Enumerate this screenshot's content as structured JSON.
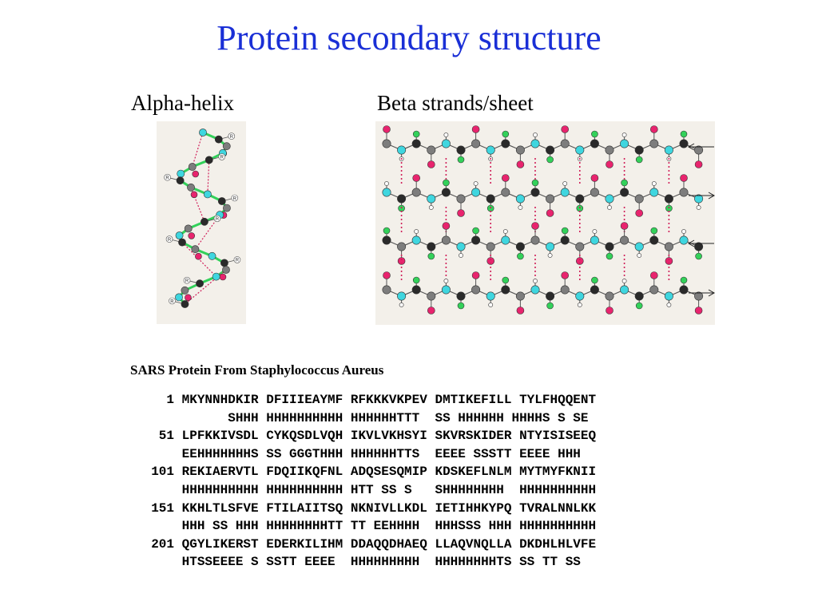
{
  "title": "Protein secondary structure",
  "labels": {
    "alpha": "Alpha-helix",
    "beta": "Beta strands/sheet"
  },
  "helix_atom_label": "R",
  "caption": "SARS Protein From Staphylococcus Aureus",
  "sequence_lines": [
    {
      "num": "1",
      "text": "MKYNNHDKIR DFIIIEAYMF RFKKKVKPEV DMTIKEFILL TYLFHQQENT"
    },
    {
      "num": "",
      "text": "      SHHH HHHHHHHHHH HHHHHHTTT  SS HHHHHH HHHHS S SE"
    },
    {
      "num": "51",
      "text": "LPFKKIVSDL CYKQSDLVQH IKVLVKHSYI SKVRSKIDER NTYISISEEQ"
    },
    {
      "num": "",
      "text": "EEHHHHHHHS SS GGGTHHH HHHHHHTTS  EEEE SSSTT EEEE HHH"
    },
    {
      "num": "101",
      "text": "REKIAERVTL FDQIIKQFNL ADQSESQMIP KDSKEFLNLM MYTMYFKNII"
    },
    {
      "num": "",
      "text": "HHHHHHHHHH HHHHHHHHHH HTT SS S   SHHHHHHHH  HHHHHHHHHH"
    },
    {
      "num": "151",
      "text": "KKHLTLSFVE FTILAIITSQ NKNIVLLKDL IETIHHKYPQ TVRALNNLKK"
    },
    {
      "num": "",
      "text": "HHH SS HHH HHHHHHHHTT TT EEHHHH  HHHSSS HHH HHHHHHHHHH"
    },
    {
      "num": "201",
      "text": "QGYLIKERST EDERKILIHM DDAQQDHAEQ LLAQVNQLLA DKDHLHLVFE"
    },
    {
      "num": "",
      "text": "HTSSEEEE S SSTT EEEE  HHHHHHHHH  HHHHHHHHTS SS TT SS"
    }
  ],
  "colors": {
    "title": "#1a2fd6",
    "carbon": "#7d7d7d",
    "alpha_carbon": "#2a2a2a",
    "nitrogen": "#3fd6df",
    "oxygen": "#e8246e",
    "side_chain": "#33d15a",
    "hydrogen": "#ffffff",
    "hbond": "#d0205a",
    "panel": "#f3f0ea"
  },
  "strand_directions": [
    "left",
    "right",
    "left",
    "right"
  ]
}
